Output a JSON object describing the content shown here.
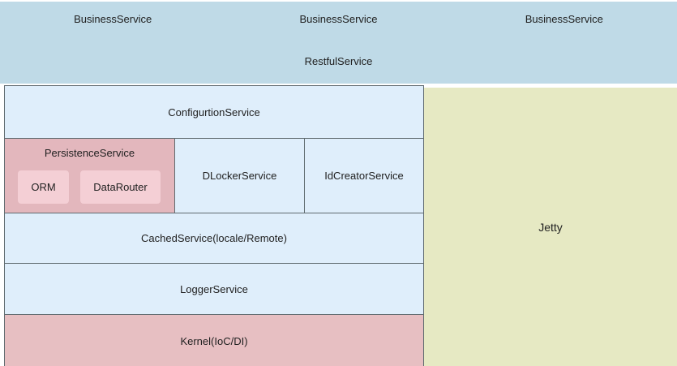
{
  "top_band": {
    "business_services": [
      "BusinessService",
      "BusinessService",
      "BusinessService"
    ],
    "restful_service": "RestfulService"
  },
  "stack": {
    "configuration_service": "ConfigurtionService",
    "persistence_service": {
      "title": "PersistenceService",
      "children": [
        "ORM",
        "DataRouter"
      ]
    },
    "dlocker_service": "DLockerService",
    "id_creator_service": "IdCreatorService",
    "cached_service": "CachedService(locale/Remote)",
    "logger_service": "LoggerService",
    "kernel": "Kernel(IoC/DI)"
  },
  "container_box": {
    "label": "Jetty"
  },
  "colors": {
    "band_blue": "#bfdae7",
    "box_blue": "#dfeefb",
    "persistence_pink": "#e3b7bd",
    "inner_pink": "#f4cfd5",
    "kernel_pink": "#e7bfc2",
    "jetty_yellow": "#e6e9c3",
    "border_gray": "#606b70"
  }
}
